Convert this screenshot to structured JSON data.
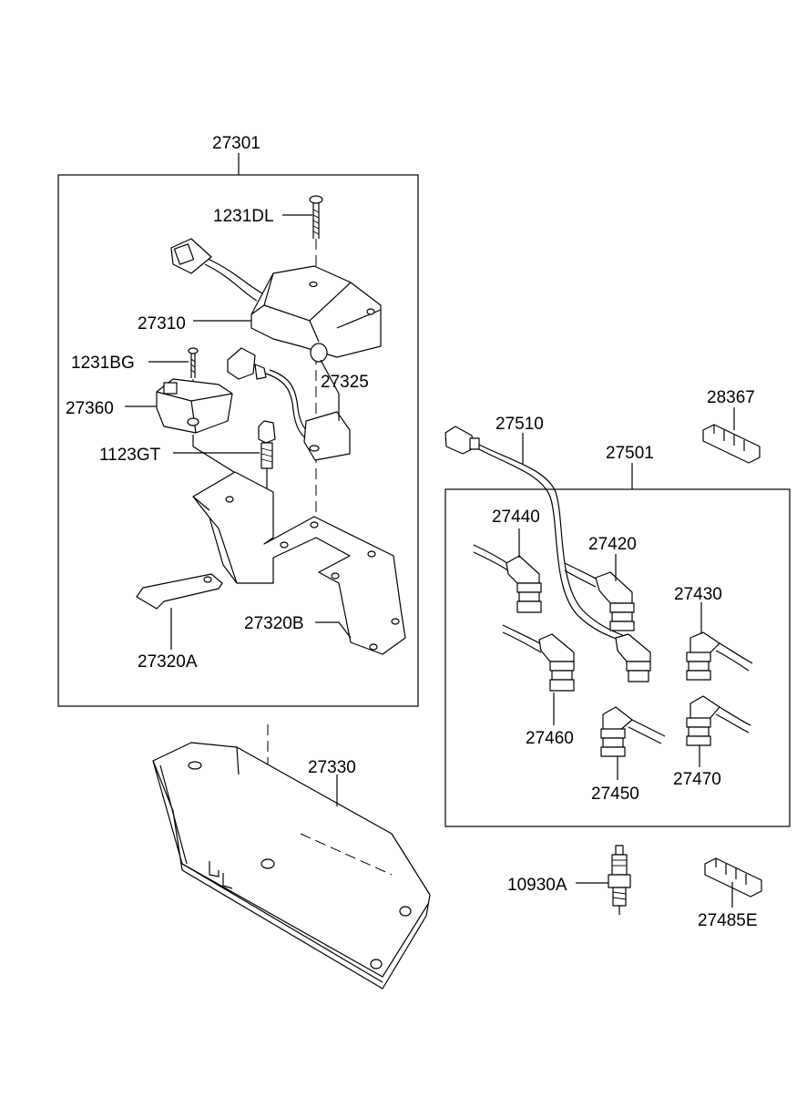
{
  "labels": {
    "assy_ignition": "27301",
    "screw_top": "1231DL",
    "coil": "27310",
    "screw_small": "1231BG",
    "connector": "27325",
    "module": "27360",
    "bolt": "1123GT",
    "bracket_b": "27320B",
    "bracket_a": "27320A",
    "cover": "27330",
    "wire_assy": "27501",
    "coil_cable": "27510",
    "clip_top": "28367",
    "cable_1": "27440",
    "cable_2": "27420",
    "cable_3": "27430",
    "cable_4": "27460",
    "cable_5": "27450",
    "cable_6": "27470",
    "spark_plug": "10930A",
    "clip_bottom": "27485E"
  }
}
